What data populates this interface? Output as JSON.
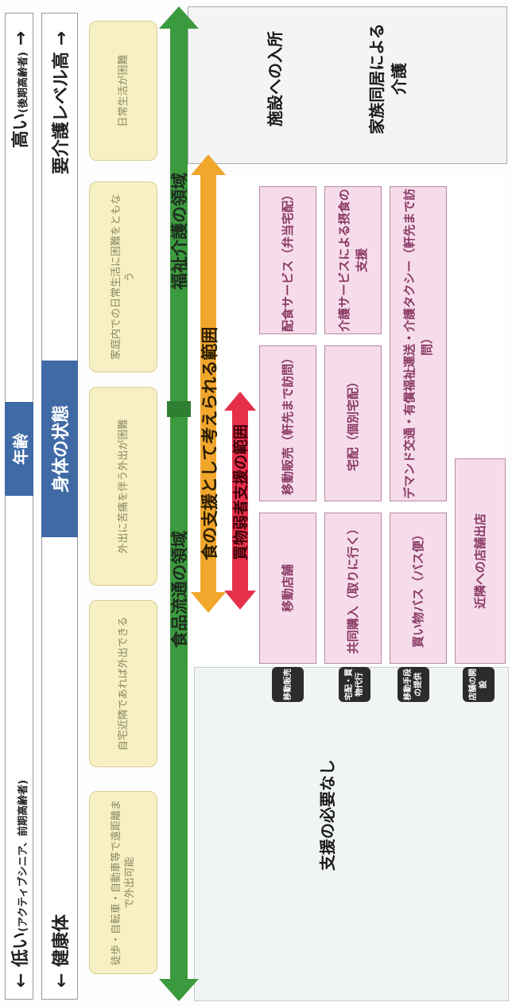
{
  "top_bar": {
    "left_label": "← 低い",
    "left_note": "(アクティブシニア、前期高齢者)",
    "center_label": "年齢",
    "right_label": "高い",
    "right_note": "(後期高齢者)",
    "right_arrow": "→"
  },
  "second_bar": {
    "left_label": "← 健康体",
    "center_label": "身体の状態",
    "right_label": "要介護レベル高",
    "right_arrow": "→"
  },
  "conditions": [
    "徒歩・自転車・自動車等で遠距離まで外出可能",
    "自宅近隣であれば外出できる",
    "外出に苦痛を伴う外出が困難",
    "家庭内での日常生活に困難をともなう",
    "日常生活が困難"
  ],
  "arrows": {
    "green_left": "食品流通の領域",
    "green_right": "福祉介護の領域",
    "orange": "食の支援として考えられる範囲",
    "red": "買物弱者支援の範囲"
  },
  "no_support": "支援の必要なし",
  "facility": "施設への入所",
  "family_care": "家族同居による介護",
  "tags": [
    "移動販売",
    "宅配・買物代行",
    "移動手段の提供",
    "店舗の開設"
  ],
  "services": {
    "row1": [
      "移動店舗",
      "移動販売（軒先まで訪問）",
      "配食サービス（弁当宅配）"
    ],
    "row2": [
      "共同購入（取りに行く）",
      "宅配（個別宅配）",
      "介護サービスによる摂食の支援"
    ],
    "row3": [
      "買い物バス（バス便）",
      "デマンド交通・有償福祉運送・介護タクシー（軒先まで訪問）"
    ],
    "row4": [
      "近隣への店舗出店"
    ]
  },
  "colors": {
    "green": "#3c9a3e",
    "orange": "#f1a62c",
    "red": "#e6304a",
    "blue": "#3f6aa6",
    "pink": "#f6dcea",
    "cream": "#f7f0c4"
  }
}
